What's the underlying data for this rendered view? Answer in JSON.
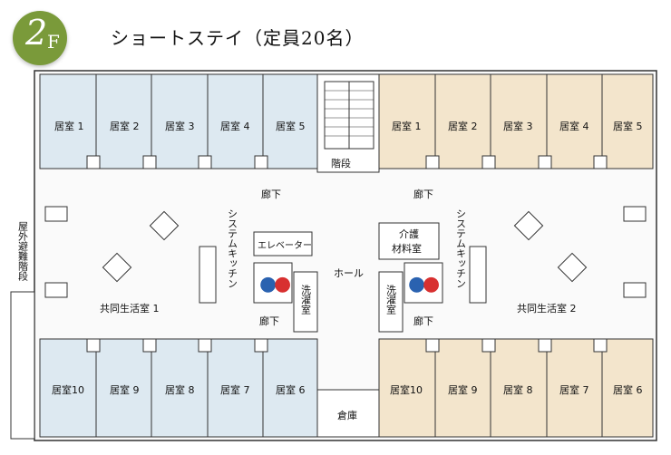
{
  "header": {
    "floor_number": "2",
    "floor_letter": "F",
    "title": "ショートステイ（定員20名）"
  },
  "rooms": {
    "left_top": [
      "居室 1",
      "居室 2",
      "居室 3",
      "居室 4",
      "居室 5"
    ],
    "left_bottom": [
      "居室10",
      "居室 9",
      "居室 8",
      "居室 7",
      "居室 6"
    ],
    "right_top": [
      "居室 1",
      "居室 2",
      "居室 3",
      "居室 4",
      "居室 5"
    ],
    "right_bottom": [
      "居室10",
      "居室 9",
      "居室 8",
      "居室 7",
      "居室 6"
    ]
  },
  "labels": {
    "stairs": "階段",
    "corridor": "廊下",
    "hall": "ホール",
    "elevator": "エレベーター",
    "kitchen": "システムキッチン",
    "common_left": "共同生活室 1",
    "common_right": "共同生活室 2",
    "laundry": "洗濯室",
    "care_storage_1": "介護",
    "care_storage_2": "材料室",
    "storage": "倉庫",
    "outdoor_stairs": "屋外避難階段"
  }
}
